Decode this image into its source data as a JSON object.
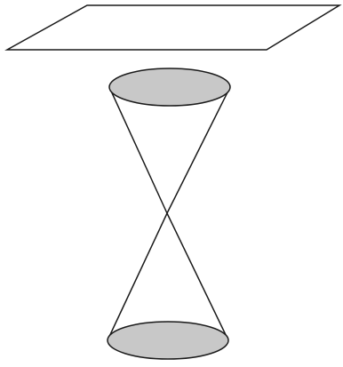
{
  "figure": {
    "description_none": "",
    "colors": {
      "background": "#ffffff",
      "stroke": "#1a1a1a",
      "nappe_fill": "#c8c8c8",
      "plane_fill": "#ffffff"
    },
    "shapes": [
      "plane",
      "upper-nappe",
      "lower-nappe",
      "vertex"
    ]
  }
}
